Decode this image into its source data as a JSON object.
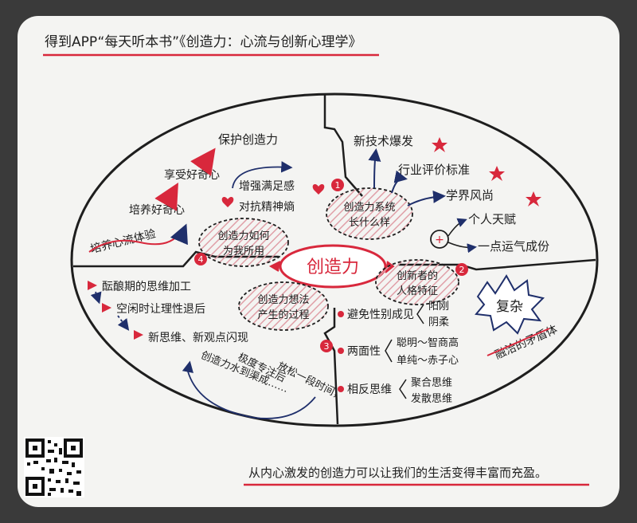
{
  "header": {
    "title": "得到APP“每天听本书”《创造力：心流与创新心理学》"
  },
  "center": {
    "label": "创造力"
  },
  "quadrants": {
    "q1": {
      "number": "1",
      "hub": [
        "创造力系统",
        "长什么样"
      ],
      "items": [
        "新技术爆发",
        "行业评价标准",
        "学界风尚"
      ],
      "plus_items": [
        "个人天赋",
        "一点运气成份"
      ]
    },
    "q2": {
      "number": "2",
      "hub": [
        "创新者的",
        "人格特征"
      ],
      "badge": "复杂",
      "note": "融洽的矛盾体"
    },
    "q3": {
      "number": "3",
      "hub": [
        "创造力想法",
        "产生的过程"
      ],
      "traits": [
        {
          "label": "避免性别成见",
          "pair": [
            "阳刚",
            "阴柔"
          ]
        },
        {
          "label": "两面性",
          "pair": [
            "聪明～智商高",
            "单纯～赤子心"
          ]
        },
        {
          "label": "相反思维",
          "pair": [
            "聚合思维",
            "发散思维"
          ]
        }
      ]
    },
    "q4": {
      "number": "4",
      "hub": [
        "创造力如何",
        "为我所用"
      ],
      "steps": [
        "保护创造力",
        "享受好奇心",
        "培养好奇心"
      ],
      "loop": [
        "增强满足感",
        "对抗精神熵"
      ],
      "flow": "培养心流体验"
    },
    "process": {
      "steps": [
        "酝酿期的思维加工",
        "空闲时让理性退后",
        "新思维、新观点闪现"
      ],
      "loop_note": [
        "极度专注后",
        "放松一段时间，",
        "创造力水到渠成……"
      ]
    }
  },
  "footer": {
    "tagline": "从内心激发的创造力可以让我们的生活变得丰富而充盈。"
  },
  "qr": {
    "label": "qr-code"
  },
  "colors": {
    "red": "#d8283c",
    "navy": "#1f2f6b",
    "ink": "#1e1e1e",
    "paper": "#f4f4f2"
  }
}
